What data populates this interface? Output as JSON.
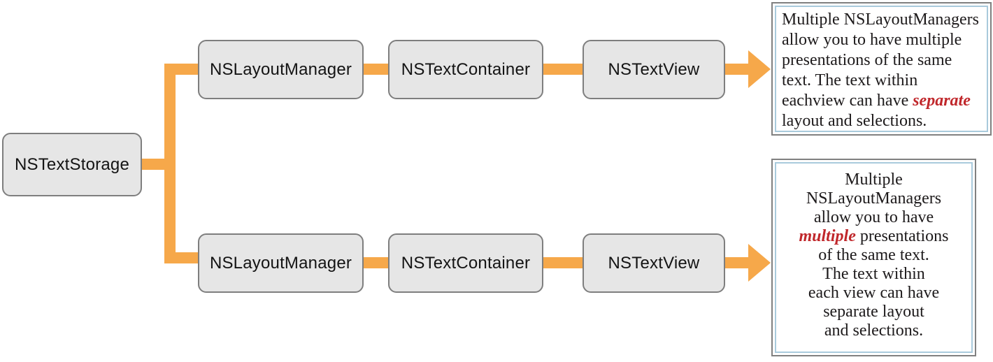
{
  "diagram": {
    "colors": {
      "connector": "#F6A84A",
      "node_fill": "#E6E6E6",
      "node_border": "#7E7E7E",
      "textbox_outer": "#808080",
      "textbox_inner": "#A9CADC",
      "emphasis": "#C0272B"
    },
    "root": {
      "label": "NSTextStorage"
    },
    "rows": [
      {
        "id": "top",
        "nodes": [
          "NSLayoutManager",
          "NSTextContainer",
          "NSTextView"
        ],
        "note": {
          "align": "left",
          "lines": [
            [
              {
                "t": "Multiple NSLayoutManagers"
              }
            ],
            [
              {
                "t": "allow you to have multiple"
              }
            ],
            [
              {
                "t": "presentations of the same"
              }
            ],
            [
              {
                "t": "text. The text within"
              }
            ],
            [
              {
                "t": "eachview can have "
              },
              {
                "t": "separate",
                "red": true
              }
            ],
            [
              {
                "t": "layout and selections."
              }
            ]
          ]
        }
      },
      {
        "id": "bottom",
        "nodes": [
          "NSLayoutManager",
          "NSTextContainer",
          "NSTextView"
        ],
        "note": {
          "align": "center",
          "lines": [
            [
              {
                "t": "Multiple"
              }
            ],
            [
              {
                "t": "NSLayoutManagers"
              }
            ],
            [
              {
                "t": "allow you to have"
              }
            ],
            [
              {
                "t": "multiple",
                "red": true
              },
              {
                "t": " presentations"
              }
            ],
            [
              {
                "t": "of the same text."
              }
            ],
            [
              {
                "t": "The text within"
              }
            ],
            [
              {
                "t": "each view can have"
              }
            ],
            [
              {
                "t": "separate layout"
              }
            ],
            [
              {
                "t": "and selections."
              }
            ]
          ]
        }
      }
    ]
  }
}
